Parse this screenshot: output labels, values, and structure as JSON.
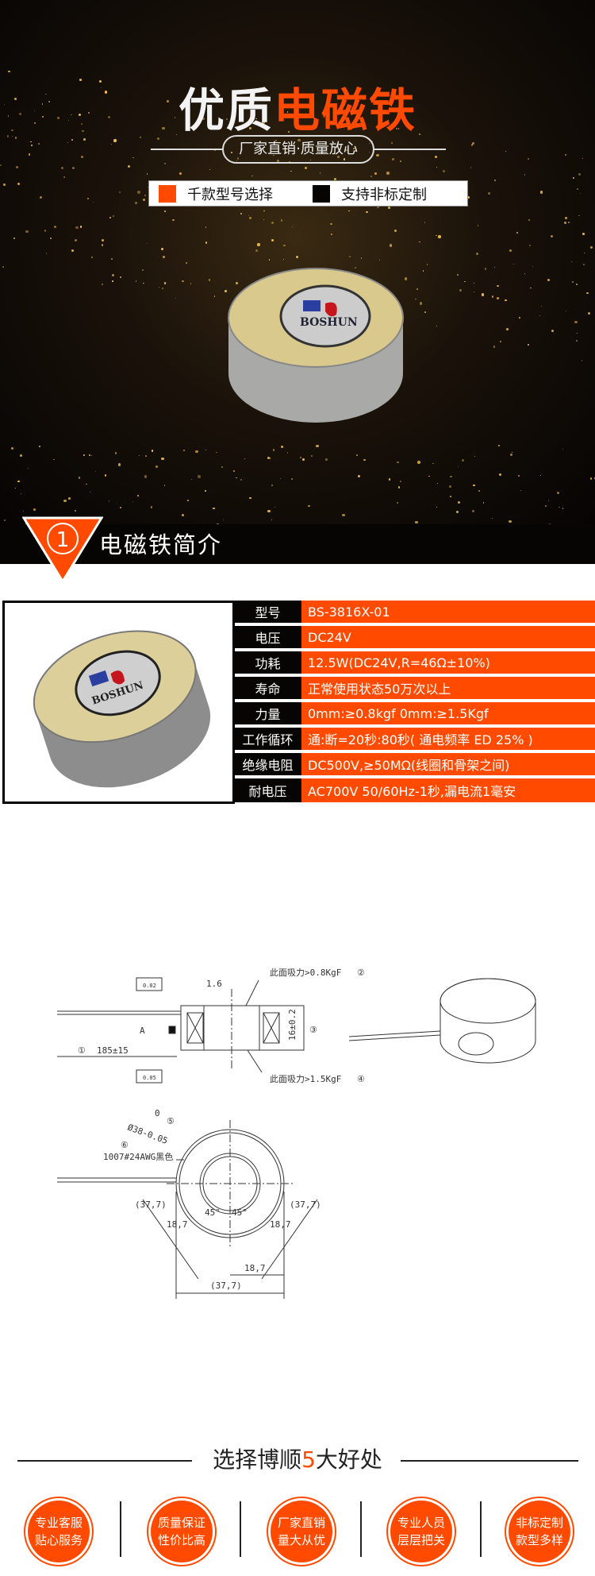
{
  "banner": {
    "title_white": "优质",
    "title_orange": "电磁铁",
    "subtitle": "厂家直销·质量放心",
    "features": [
      {
        "label": "千款型号选择",
        "color": "#ff4a00"
      },
      {
        "label": "支持非标定制",
        "color": "#070404"
      }
    ],
    "product_logo": "BOSHUN"
  },
  "section": {
    "number": "1",
    "title": "电磁铁简介"
  },
  "specs": [
    {
      "label": "型号",
      "value": "BS-3816X-01"
    },
    {
      "label": "电压",
      "value": "DC24V"
    },
    {
      "label": "功耗",
      "value": "12.5W(DC24V,R=46Ω±10%)"
    },
    {
      "label": "寿命",
      "value": "正常使用状态50万次以上"
    },
    {
      "label": "力量",
      "value": "0mm:≥0.8kgf  0mm:≥1.5Kgf"
    },
    {
      "label": "工作循环",
      "value": "通:断=20秒:80秒( 通电频率 ED 25% )"
    },
    {
      "label": "绝缘电阻",
      "value": "DC500V,≥50MΩ(线圈和骨架之间)"
    },
    {
      "label": "耐电压",
      "value": "AC700V 50/60Hz-1秒,漏电流1毫安"
    }
  ],
  "drawing": {
    "force_top": "此面吸力>0.8KgF",
    "force_bottom": "此面吸力>1.5KgF",
    "roughness": "1.6",
    "height_dim": "16±0.2",
    "length_dim": "185±15",
    "diameter_dim": "Ø38-0.05",
    "diameter_upper": "0",
    "wire": "1007#24AWG黑色",
    "angle": "45°",
    "dim_half": "18,7",
    "dim_full": "(37,7)",
    "datum": "A",
    "tol1": "0.02",
    "tol2": "0.05",
    "markers": [
      "①",
      "②",
      "③",
      "④",
      "⑤",
      "⑥"
    ]
  },
  "advantages": {
    "title_prefix": "选择博顺",
    "title_number": "5",
    "title_suffix": "大好处",
    "items": [
      {
        "line1": "专业客服",
        "line2": "贴心服务"
      },
      {
        "line1": "质量保证",
        "line2": "性价比高"
      },
      {
        "line1": "厂家直销",
        "line2": "量大从优"
      },
      {
        "line1": "专业人员",
        "line2": "层层把关"
      },
      {
        "line1": "非标定制",
        "line2": "款型多样"
      }
    ]
  },
  "colors": {
    "accent": "#ff4a00",
    "dark": "#070404"
  }
}
